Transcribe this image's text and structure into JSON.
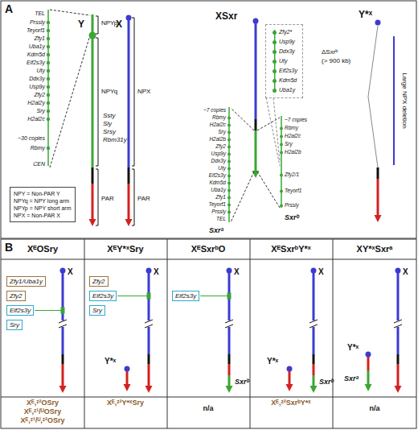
{
  "diagram": {
    "nodes": [
      {
        "text": [
          "NPY = Non-PAR Y",
          "NPYq = NPY long arm",
          "NPYp = NPY short arm",
          "NPX = Non-PAR X"
        ]
      },
      {
        "text": [
          "Zfy2*",
          "Usp9y",
          "Ddx3y",
          "Uty",
          "Eif2s3y",
          "Kdm5d",
          "Uba1y"
        ]
      },
      {
        "text": [
          "Zfy1/Uba1y"
        ]
      },
      {
        "text": [
          "Zfy2"
        ]
      },
      {
        "text": [
          "Eif2s3y"
        ]
      },
      {
        "text": [
          "Sry"
        ]
      },
      {
        "text": [
          "Zfy2"
        ]
      },
      {
        "text": [
          "Eif2s3y"
        ]
      },
      {
        "text": [
          "Sry"
        ]
      },
      {
        "text": [
          "Eif2s3y"
        ]
      }
    ],
    "labels": [
      "A",
      "TEL",
      "Prssly",
      "Teyorf1",
      "Zfy1",
      "Uba1y",
      "Kdm5d",
      "Eif2s3y",
      "Uty",
      "Ddx3y",
      "Usp9y",
      "Zfy2",
      "H2al2y",
      "Sry",
      "H2al2c",
      "~30 copies",
      "Rbmy",
      "CEN",
      "Y",
      "NPYp",
      "NPYq",
      "Ssty",
      "Sly",
      "Srsy",
      "Rbm31y",
      "PAR",
      "X",
      "NPX",
      "PAR",
      "XSxr",
      "ΔSxrᵇ",
      "(> 900 kb)",
      "~7 copies",
      "Rbmy",
      "H2al2c",
      "Sry",
      "H2al2b",
      "Zfy2",
      "Usp9y",
      "Ddx3y",
      "Uty",
      "Eif2s3y",
      "Kdm5d",
      "Uba1y",
      "Zfy1",
      "Teyorf1",
      "Prssly",
      "TEL",
      "Sxrᵃ",
      "~7 copies",
      "Rbmy",
      "H2al2c",
      "Sry",
      "H2al2b",
      "Zfy2/1",
      "Teyorf1",
      "Prssly",
      "Sxrᵇ",
      "Y*ˣ",
      "Large NPX deletion",
      "B",
      "XᴱOSry",
      "XᴱY*ˣSry",
      "XᴱSxrᵇO",
      "XᴱSxrᵇY*ˣ",
      "XY*ˣSxrᵃ",
      "X",
      "X",
      "Y*ˣ",
      "X",
      "Sxrᵇ",
      "X",
      "Y*ˣ",
      "Sxrᵇ",
      "X",
      "Y*ˣ",
      "Sxrᵃ",
      "Xᴱ,ᶻ²OSry",
      "Xᴱ,ᶻ¹/ᵁOSry",
      "Xᴱ,ᶻ¹/ᵁ,ᶻ²OSry",
      "Xᴱ,ᶻ²Y*ˣSry",
      "n/a",
      "Xᴱ,ᶻ²SxrᵇY*ˣ",
      "n/a"
    ]
  }
}
